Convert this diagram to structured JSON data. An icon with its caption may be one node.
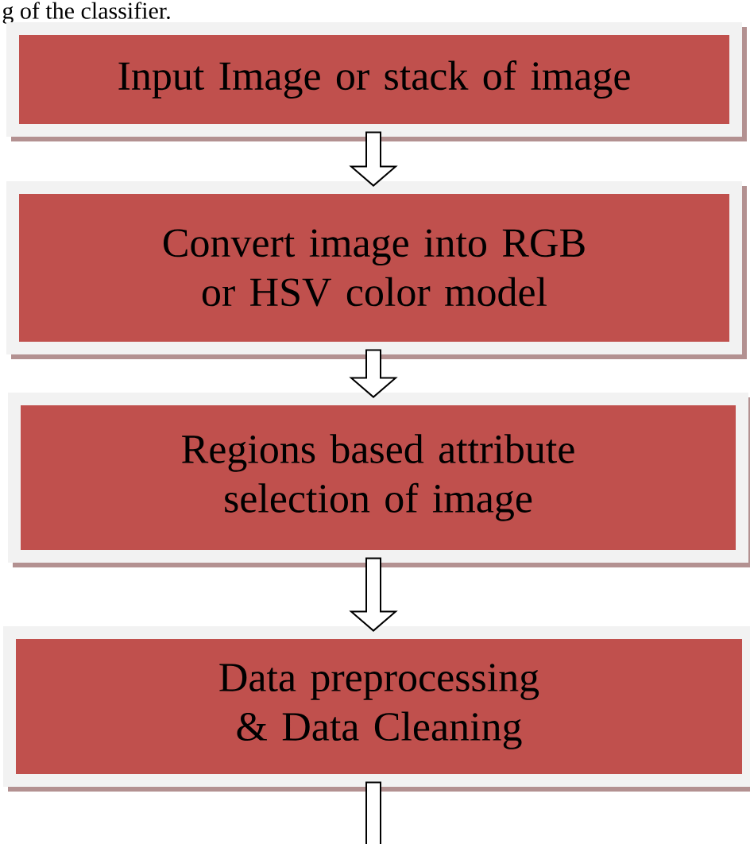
{
  "diagram": {
    "nodes": [
      {
        "text": [
          "Input Image or stack of image"
        ]
      },
      {
        "text": [
          "Convert image into RGB or HSV color model"
        ]
      },
      {
        "text": [
          "Regions based attribute selection of image"
        ]
      },
      {
        "text": [
          "Data preprocessing & Data Cleaning"
        ]
      }
    ],
    "edges": [
      {
        "from": 0,
        "to": 1,
        "arrow": "to"
      },
      {
        "from": 1,
        "to": 2,
        "arrow": "to"
      },
      {
        "from": 2,
        "to": 3,
        "arrow": "to"
      },
      {
        "from": 3,
        "to": null,
        "arrow": "to"
      }
    ],
    "labels": [
      "g of the classifier."
    ]
  }
}
